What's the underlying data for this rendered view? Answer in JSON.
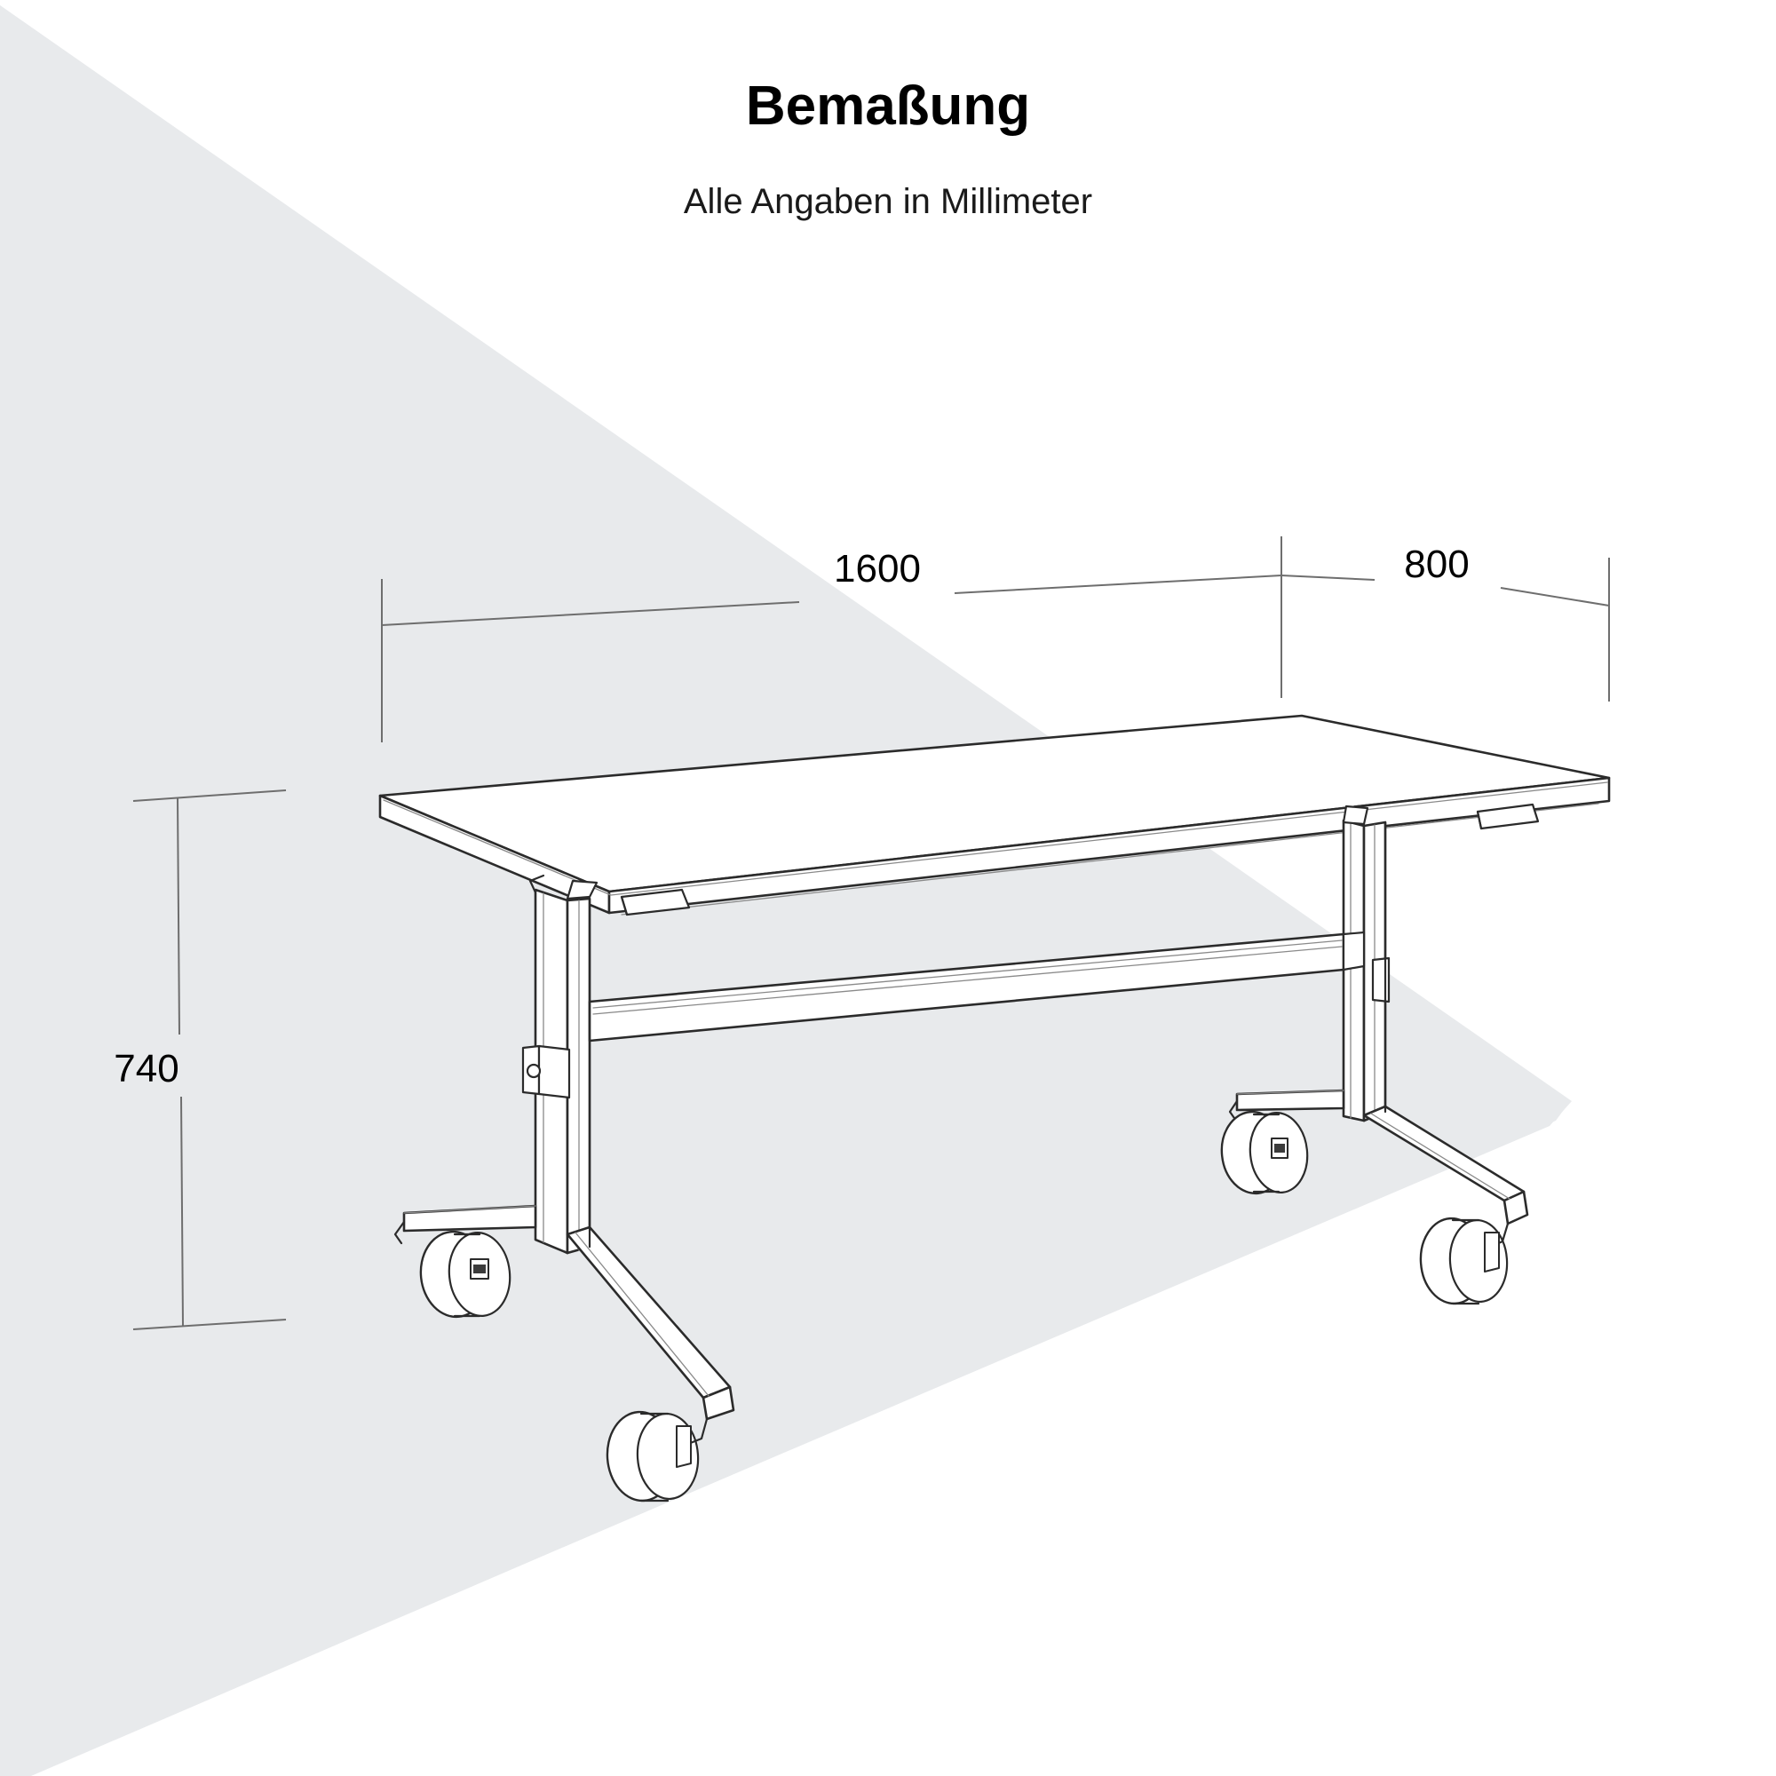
{
  "header": {
    "title": "Bemaßung",
    "subtitle": "Alle Angaben in Millimeter"
  },
  "dimensions": {
    "width_label": "1600",
    "depth_label": "800",
    "height_label": "740",
    "unit": "mm"
  },
  "colors": {
    "background": "#ffffff",
    "shade": "#e8eaec",
    "line": "#2b2b2b",
    "thin_line": "#6e6e6e",
    "text": "#000000"
  },
  "product": {
    "type": "folding-table",
    "parts": [
      "tabletop",
      "left-leg-column",
      "right-leg-column",
      "cross-rail",
      "left-foot",
      "right-foot",
      "casters",
      "release-lever-left",
      "release-lever-right",
      "hinge-left",
      "hinge-right"
    ]
  }
}
